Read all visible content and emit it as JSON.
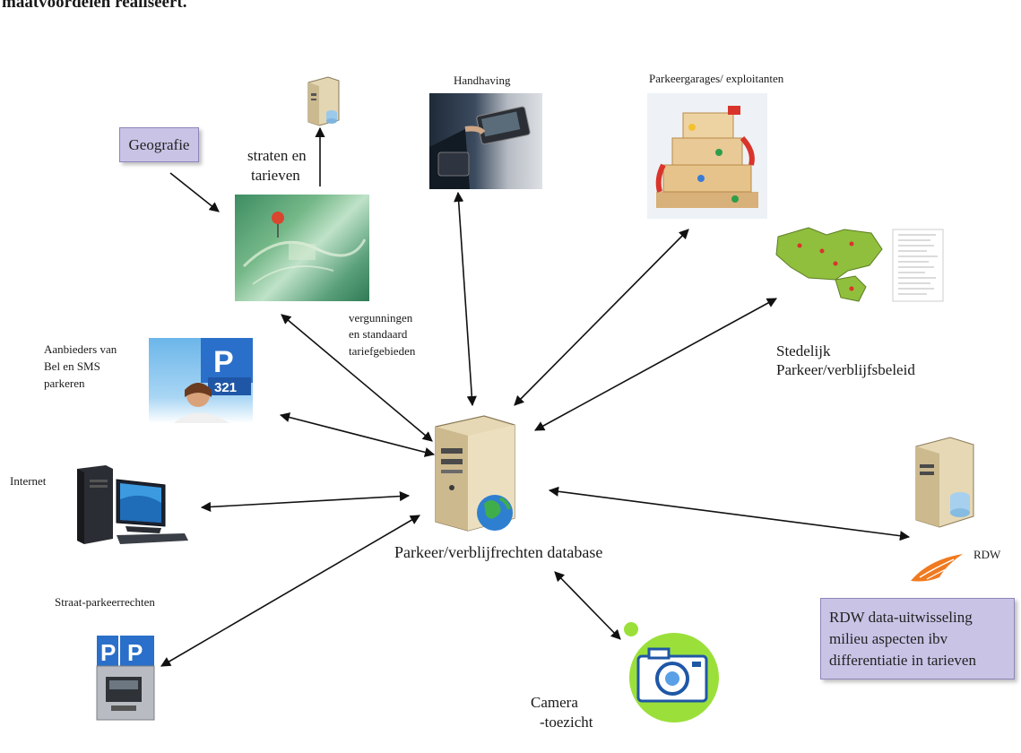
{
  "top_text": "maatvoordelen realiseert.",
  "labels": {
    "geografie": "Geografie",
    "straten": [
      "straten en",
      "tarieven"
    ],
    "handhaving": "Handhaving",
    "parkeergarages": "Parkeergarages/ exploitanten",
    "vergunningen": [
      "vergunningen",
      "en standaard",
      "tariefgebieden"
    ],
    "aanbieders": [
      "Aanbieders van",
      "Bel en SMS",
      "parkeren"
    ],
    "stedelijk": [
      "Stedelijk",
      "Parkeer/verblijfsbeleid"
    ],
    "internet": "Internet",
    "database": "Parkeer/verblijfrechten database",
    "rdw": "RDW",
    "rdw_box": [
      "RDW data-uitwisseling",
      "milieu aspecten ibv",
      "differentiatie in tarieven"
    ],
    "straat": "Straat-parkeerrechten",
    "camera": [
      "Camera",
      "-toezicht"
    ],
    "p_sign": "P",
    "p_sign_num": "321"
  },
  "colors": {
    "box_fill": "#c9c3e6",
    "arrow": "#111111",
    "map_green": "#8fbf3c",
    "camera_green": "#9be03a",
    "rdw_orange": "#f07a20",
    "parking_blue": "#2a6fc9"
  }
}
